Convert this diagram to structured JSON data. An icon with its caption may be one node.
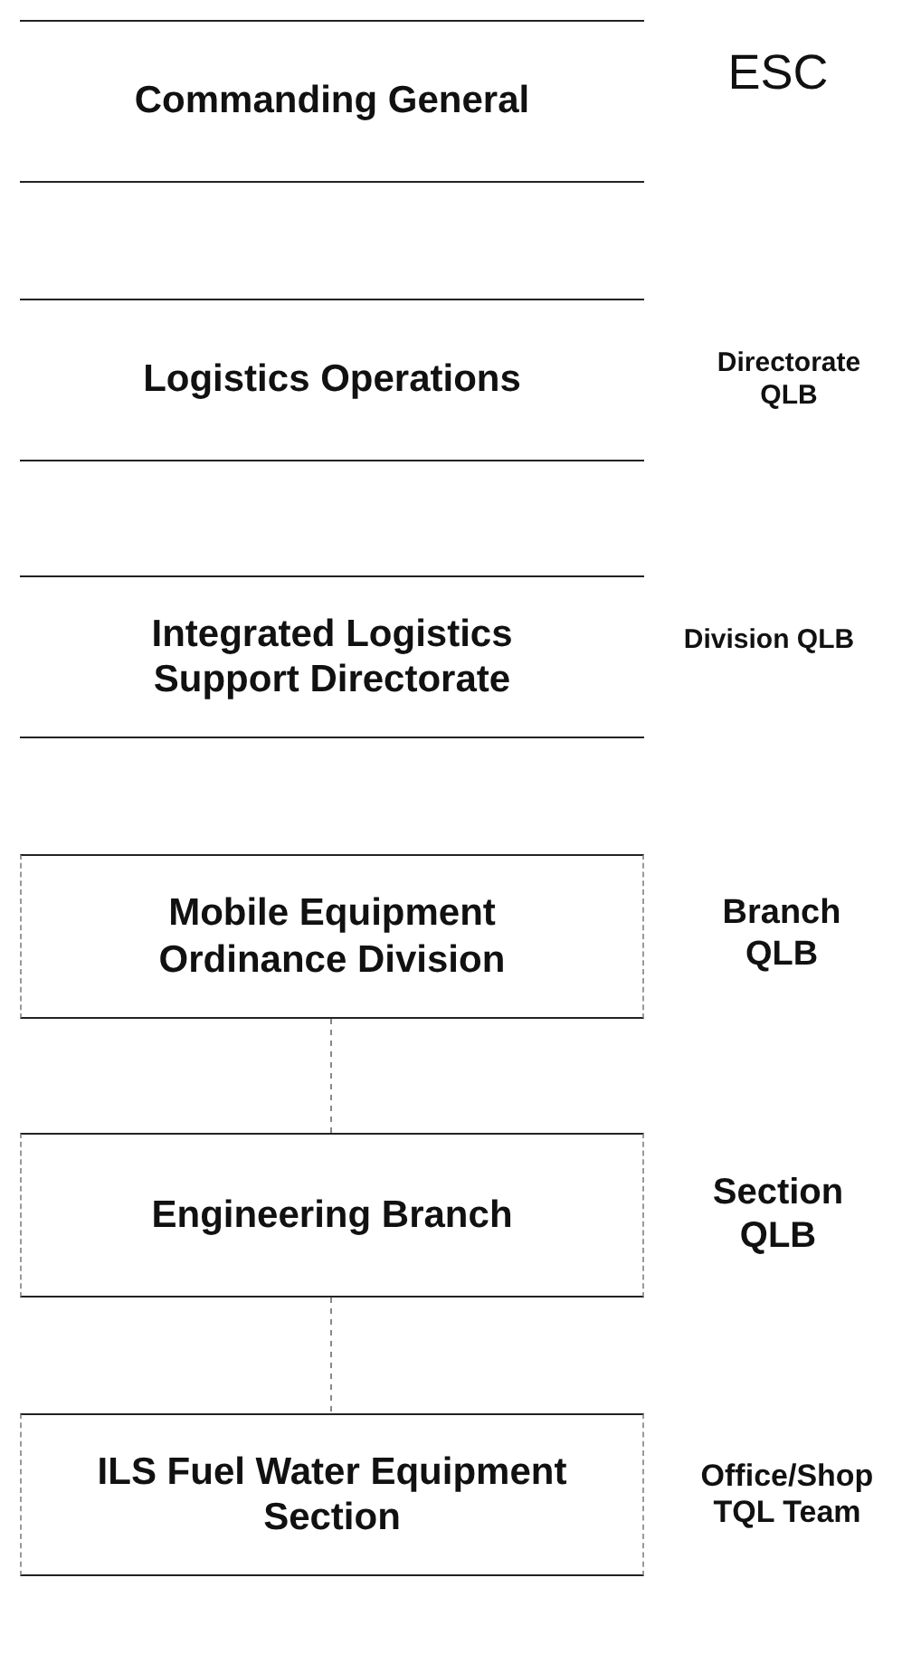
{
  "diagram": {
    "nodes": [
      {
        "text": [
          "Commanding General"
        ],
        "beside": [
          "ESC"
        ]
      },
      {
        "text": [
          "Logistics Operations"
        ],
        "beside": [
          "Directorate QLB"
        ]
      },
      {
        "text": [
          "Integrated Logistics Support Directorate"
        ],
        "beside": [
          "Division QLB"
        ]
      },
      {
        "text": [
          "Mobile Equipment Ordinance Division"
        ],
        "beside": [
          "Branch QLB"
        ]
      },
      {
        "text": [
          "Engineering Branch"
        ],
        "beside": [
          "Section QLB"
        ]
      },
      {
        "text": [
          "ILS Fuel Water Equipment Section"
        ],
        "beside": [
          "Office/Shop TQL Team"
        ]
      }
    ],
    "edges": [
      {
        "from": 3,
        "to": 4,
        "arrow": "none",
        "style": "dashed"
      },
      {
        "from": 4,
        "to": 5,
        "arrow": "none",
        "style": "dashed"
      }
    ]
  }
}
